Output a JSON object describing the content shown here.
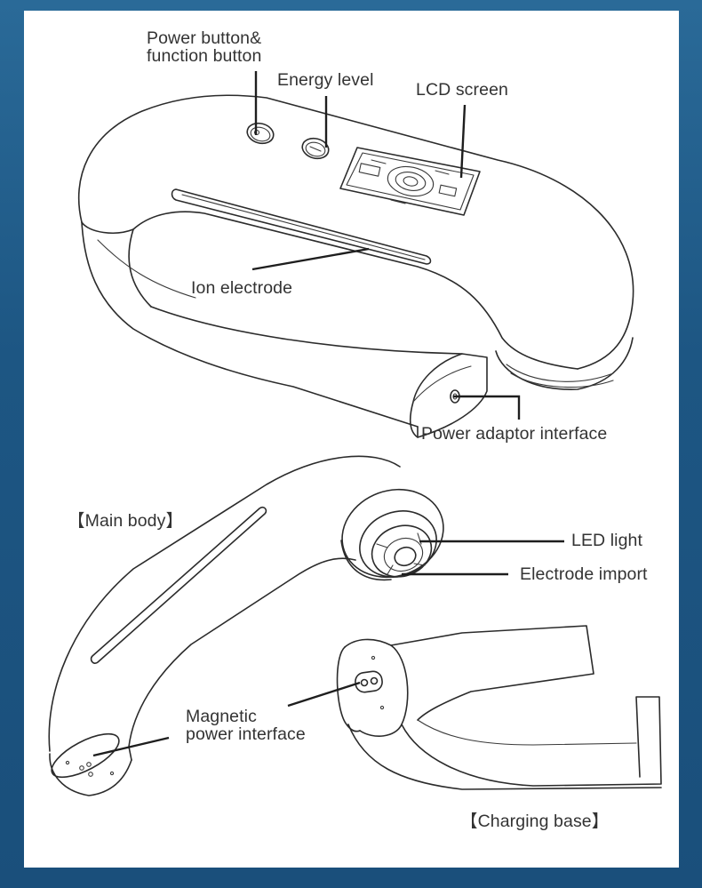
{
  "colors": {
    "frame": "#1f5a86",
    "panel": "#ffffff",
    "ink": "#2b2b2b",
    "label_text": "#333333"
  },
  "labels": {
    "power_button_line1": "Power button&",
    "power_button_line2": "function button",
    "energy_level": "Energy level",
    "lcd_screen": "LCD screen",
    "ion_electrode": "Ion electrode",
    "power_adaptor_interface": "Power adaptor interface",
    "main_body": "【Main body】",
    "led_light": "LED light",
    "electrode_import": "Electrode import",
    "magnetic_line1": "Magnetic",
    "magnetic_line2": "power interface",
    "charging_base": "【Charging base】"
  },
  "icons": [
    "power-button-icon",
    "energy-level-button-icon",
    "lcd-screen-icon",
    "led-light-ring-icon",
    "magnetic-contact-icon"
  ]
}
